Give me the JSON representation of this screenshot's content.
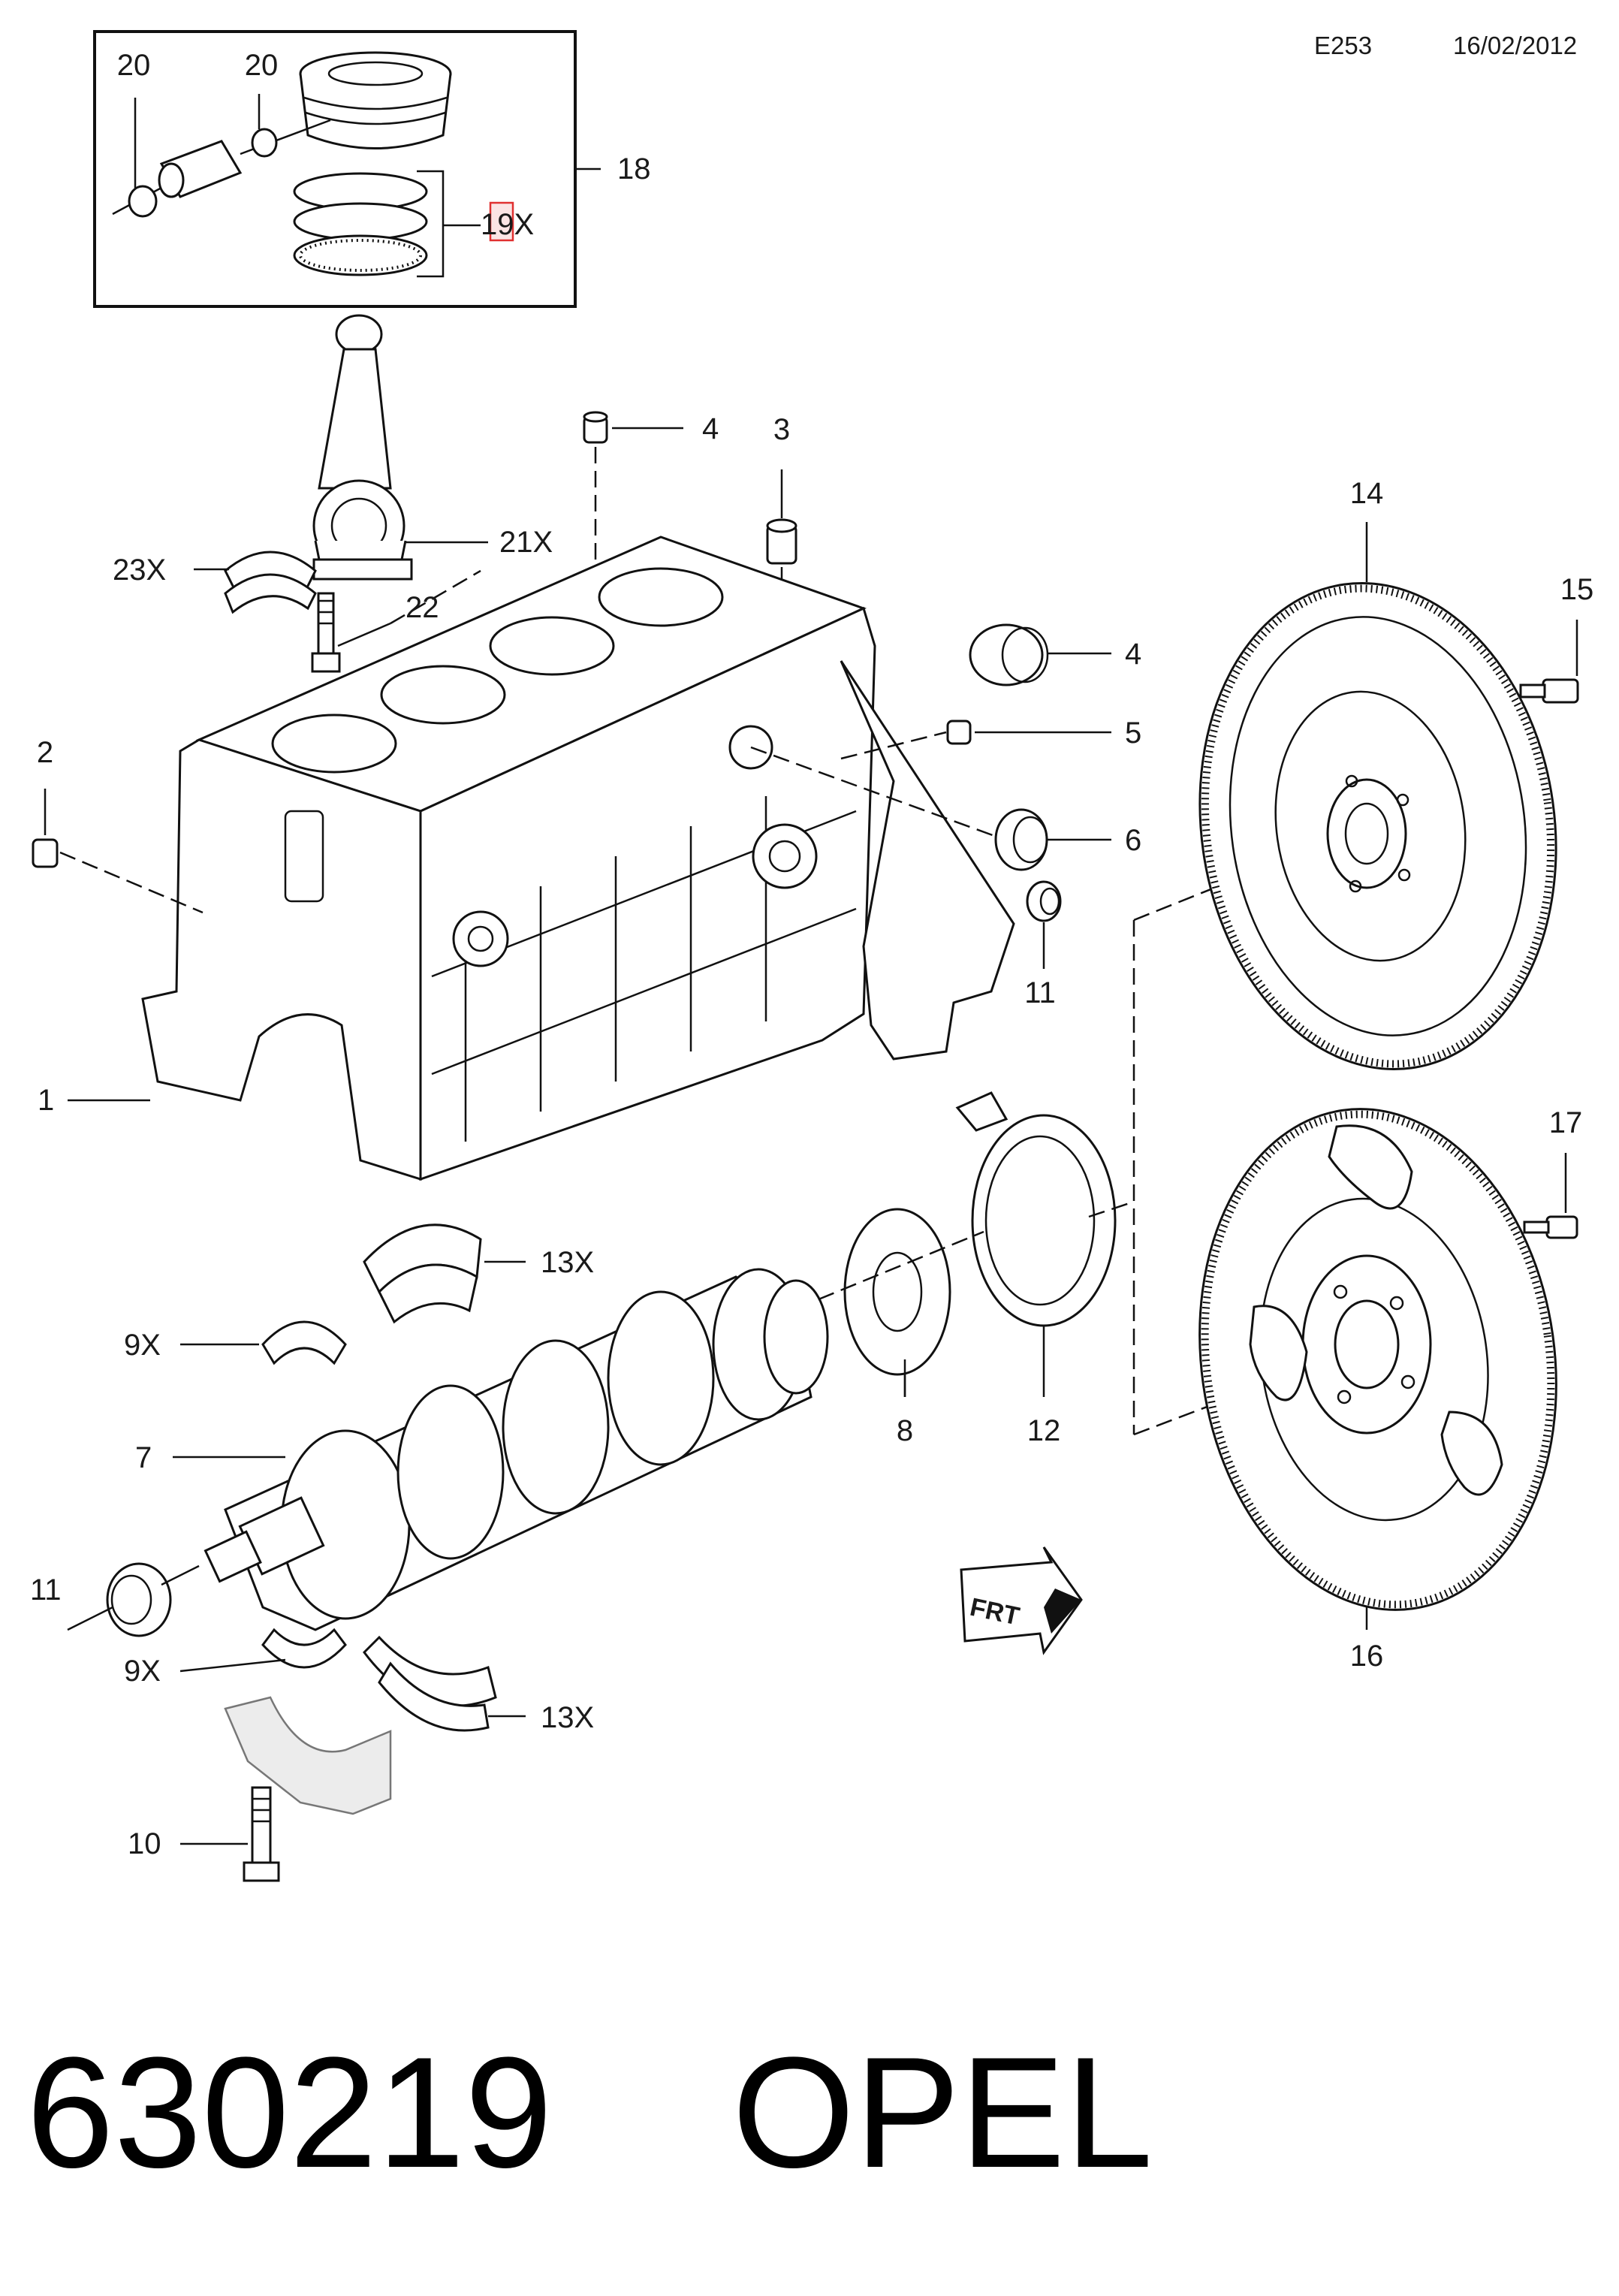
{
  "header": {
    "code": "E253",
    "date": "16/02/2012"
  },
  "footer": {
    "part_number": "630219",
    "brand": "OPEL"
  },
  "colors": {
    "highlight": "#e03030",
    "highlight_fill": "#fbe4e4",
    "line": "#111111"
  },
  "callouts": {
    "c1": "1",
    "c2": "2",
    "c3": "3",
    "c4a": "4",
    "c4b": "4",
    "c5": "5",
    "c6": "6",
    "c7": "7",
    "c8": "8",
    "c9a": "9X",
    "c9b": "9X",
    "c10": "10",
    "c11a": "11",
    "c11b": "11",
    "c12": "12",
    "c13a": "13X",
    "c13b": "13X",
    "c14": "14",
    "c15": "15",
    "c16": "16",
    "c17": "17",
    "c18": "18",
    "c19": "19X",
    "c20a": "20",
    "c20b": "20",
    "c21": "21X",
    "c22": "22",
    "c23": "23X"
  },
  "front_arrow": {
    "label": "FRT"
  }
}
